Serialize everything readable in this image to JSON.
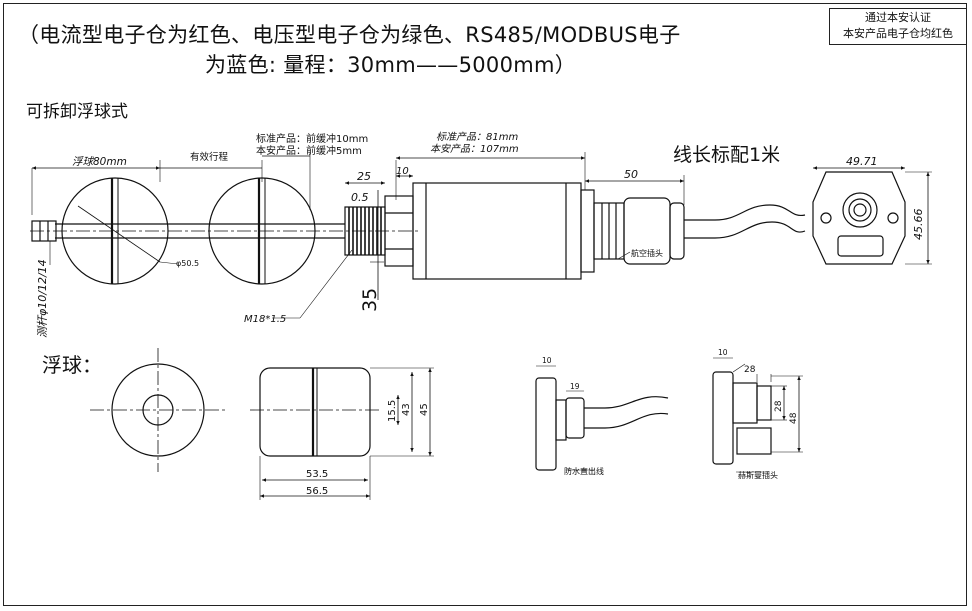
{
  "header": {
    "title_line1": "（电流型电子仓为红色、电压型电子仓为绿色、RS485/MODBUS电子",
    "title_line2": "为蓝色:   量程：30mm——5000mm）",
    "cert_line1": "通过本安认证",
    "cert_line2": "本安产品电子仓均红色"
  },
  "section_removable": "可拆卸浮球式",
  "section_float": "浮球：",
  "cable_length": "线长标配1米",
  "labels": {
    "float_dia": "浮球80mm",
    "effective_stroke": "有效行程",
    "std_buffer": "标准产品：前缓冲10mm",
    "safe_buffer": "本安产品：前缓冲5mm",
    "std_len": "标准产品：81mm",
    "safe_len": "本安产品：107mm",
    "phi": "φ50.5",
    "thread": "M18*1.5",
    "rod": "测杆φ10/12/14",
    "aviation_plug": "航空插头",
    "waterproof_outlet": "防水直出线",
    "din_plug": "赫斯曼插头"
  },
  "dims": {
    "d25": "25",
    "d10": "10",
    "d05": "0.5",
    "d50": "50",
    "d35": "35",
    "d4971": "49.71",
    "d4566": "45.66",
    "d535": "53.5",
    "d565": "56.5",
    "d155": "15.5",
    "d43": "43",
    "d45": "45",
    "w10": "10",
    "w19": "19",
    "h10": "10",
    "h28": "28",
    "h28v": "28",
    "h48": "48"
  }
}
